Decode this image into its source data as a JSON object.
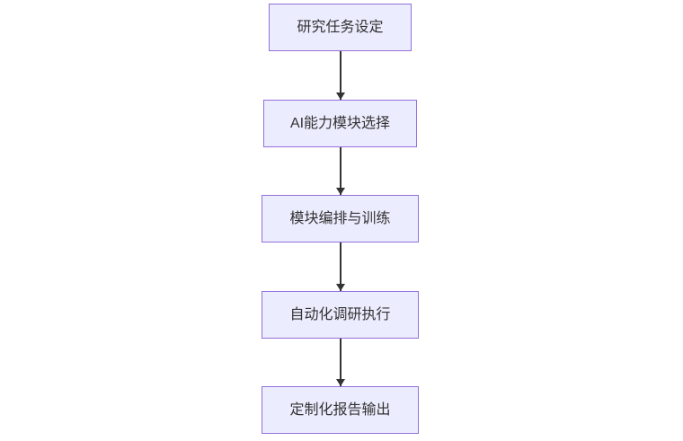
{
  "diagram": {
    "type": "flowchart",
    "direction": "top-to-bottom",
    "nodes": [
      {
        "label": "研究任务设定"
      },
      {
        "label": "AI能力模块选择"
      },
      {
        "label": "模块编排与训练"
      },
      {
        "label": "自动化调研执行"
      },
      {
        "label": "定制化报告输出"
      }
    ],
    "edges": [
      {
        "from": 0,
        "to": 1
      },
      {
        "from": 1,
        "to": 2
      },
      {
        "from": 2,
        "to": 3
      },
      {
        "from": 3,
        "to": 4
      }
    ],
    "colors": {
      "node_fill": "#ECECFF",
      "node_border": "#9370DB",
      "node_text": "#333333",
      "arrow": "#333333",
      "background": "#FFFFFF"
    }
  }
}
